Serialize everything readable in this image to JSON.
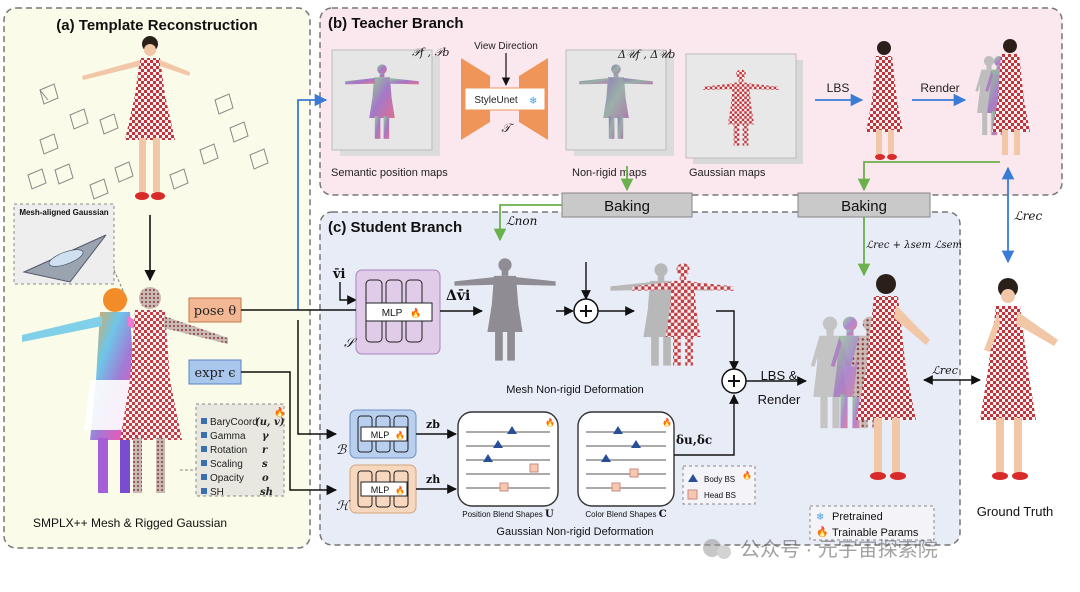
{
  "panel_a": {
    "title": "(a) Template Reconstruction",
    "inset_title": "Mesh-aligned Gaussian",
    "caption": "SMPLX++  Mesh  & Rigged Gaussian",
    "attributes": [
      {
        "label": "BaryCoord",
        "symbol": "(u, v)"
      },
      {
        "label": "Gamma",
        "symbol": "γ"
      },
      {
        "label": "Rotation",
        "symbol": "r"
      },
      {
        "label": "Scaling",
        "symbol": "s"
      },
      {
        "label": "Opacity",
        "symbol": "o"
      },
      {
        "label": "SH",
        "symbol": "sh"
      }
    ]
  },
  "panel_b": {
    "title": "(b) Teacher Branch",
    "semantic_label": "Semantic position maps",
    "semantic_symbol": "𝒫f , 𝒫b",
    "view_direction": "View Direction",
    "stylenet": "StyleUnet",
    "stylenet_symbol": "𝒯",
    "nonrigid_label": "Non-rigid maps",
    "nonrigid_symbol": "Δ𝒰f , Δ𝒰b",
    "gaussian_label": "Gaussian maps",
    "lbs": "LBS",
    "render": "Render"
  },
  "panel_c": {
    "title": "(c) Student Branch",
    "baking_left": "Baking",
    "baking_right": "Baking",
    "loss_non": "ℒnon",
    "loss_combo": "ℒrec + λsem ℒsem",
    "loss_rec_top": "ℒrec",
    "loss_rec_mid": "ℒrec",
    "vi": "v̄i",
    "delta_vi": "Δv̄i",
    "mlp": "MLP",
    "S": "𝒮",
    "B": "ℬ",
    "H": "ℋ",
    "zb": "zb",
    "zh": "zh",
    "mesh_deform": "Mesh Non-rigid Deformation",
    "pos_blend": "Position Blend Shapes",
    "pos_blend_sym": "U",
    "col_blend": "Color Blend Shapes",
    "col_blend_sym": "C",
    "gauss_deform": "Gaussian Non-rigid Deformation",
    "delta_uc": "δu,δc",
    "lbs_render_1": "LBS &",
    "lbs_render_2": "Render",
    "body_bs": "Body BS",
    "head_bs": "Head BS",
    "pretrained": "Pretrained",
    "trainable": "Trainable Params"
  },
  "inputs": {
    "pose": "pose θ",
    "expr": "expr ϵ"
  },
  "ground_truth": "Ground Truth",
  "watermark": "公众号 · 元宇宙探索院",
  "colors": {
    "panel_a_bg": "#fbfbe9",
    "panel_b_bg": "#fbe8ee",
    "panel_c_bg": "#e8ecf7",
    "baking_bg": "#c9c9c9",
    "pose_bg": "#f3b893",
    "expr_bg": "#a9c6ec",
    "stylenet": "#f0955a",
    "mlp_s": "#e0cbe8",
    "mlp_b": "#b9cff0",
    "mlp_h": "#f7d7bd",
    "blue_arrow": "#3a7bd5",
    "green_arrow": "#6ab04c"
  }
}
